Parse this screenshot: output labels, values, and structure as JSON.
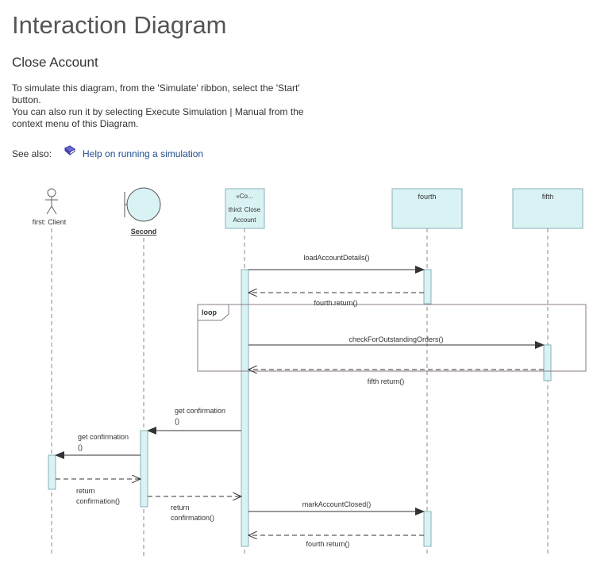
{
  "page": {
    "title": "Interaction Diagram",
    "subtitle": "Close Account",
    "instructions_1": "To simulate this diagram, from the 'Simulate' ribbon, select the 'Start' button.",
    "instructions_2": "You can also run it by selecting Execute Simulation | Manual from the context menu of this Diagram.",
    "see_also_label": "See also:",
    "help_link_label": "Help on running a simulation",
    "help_icon": "book-icon"
  },
  "colors": {
    "lifeline_fill": "#d9f2f4",
    "lifeline_stroke": "#8ab0b8",
    "activation_fill": "#d9f2f4",
    "arrow": "#333333",
    "text_primary": "#333333",
    "link": "#1f4e8c",
    "fragment_stroke": "#8a7a8a"
  },
  "diagram": {
    "lifelines": {
      "client": {
        "label": "first: Client",
        "icon": "actor-icon"
      },
      "second": {
        "label": "Second",
        "icon": "boundary-icon"
      },
      "third": {
        "stereotype": "«Co...",
        "line1": "third: Close",
        "line2": "Account"
      },
      "fourth": {
        "label": "fourth"
      },
      "fifth": {
        "label": "fifth"
      }
    },
    "fragment": {
      "label": "loop"
    },
    "messages": {
      "load_account_details": "loadAccountDetails()",
      "fourth_return": "fourth.return()",
      "check_outstanding": "checkForOutstandingOrders()",
      "fifth_return": "fifth return()",
      "get_confirmation_1_l1": "get confirmation",
      "get_confirmation_1_l2": "()",
      "get_confirmation_2_l1": "get confirmation",
      "get_confirmation_2_l2": "()",
      "return_confirmation_1_l1": "return",
      "return_confirmation_1_l2": "confirmation()",
      "return_confirmation_2_l1": "return",
      "return_confirmation_2_l2": "confirmation()",
      "mark_account_closed": "markAccountClosed()",
      "fourth_return_2": "fourth return()"
    }
  }
}
